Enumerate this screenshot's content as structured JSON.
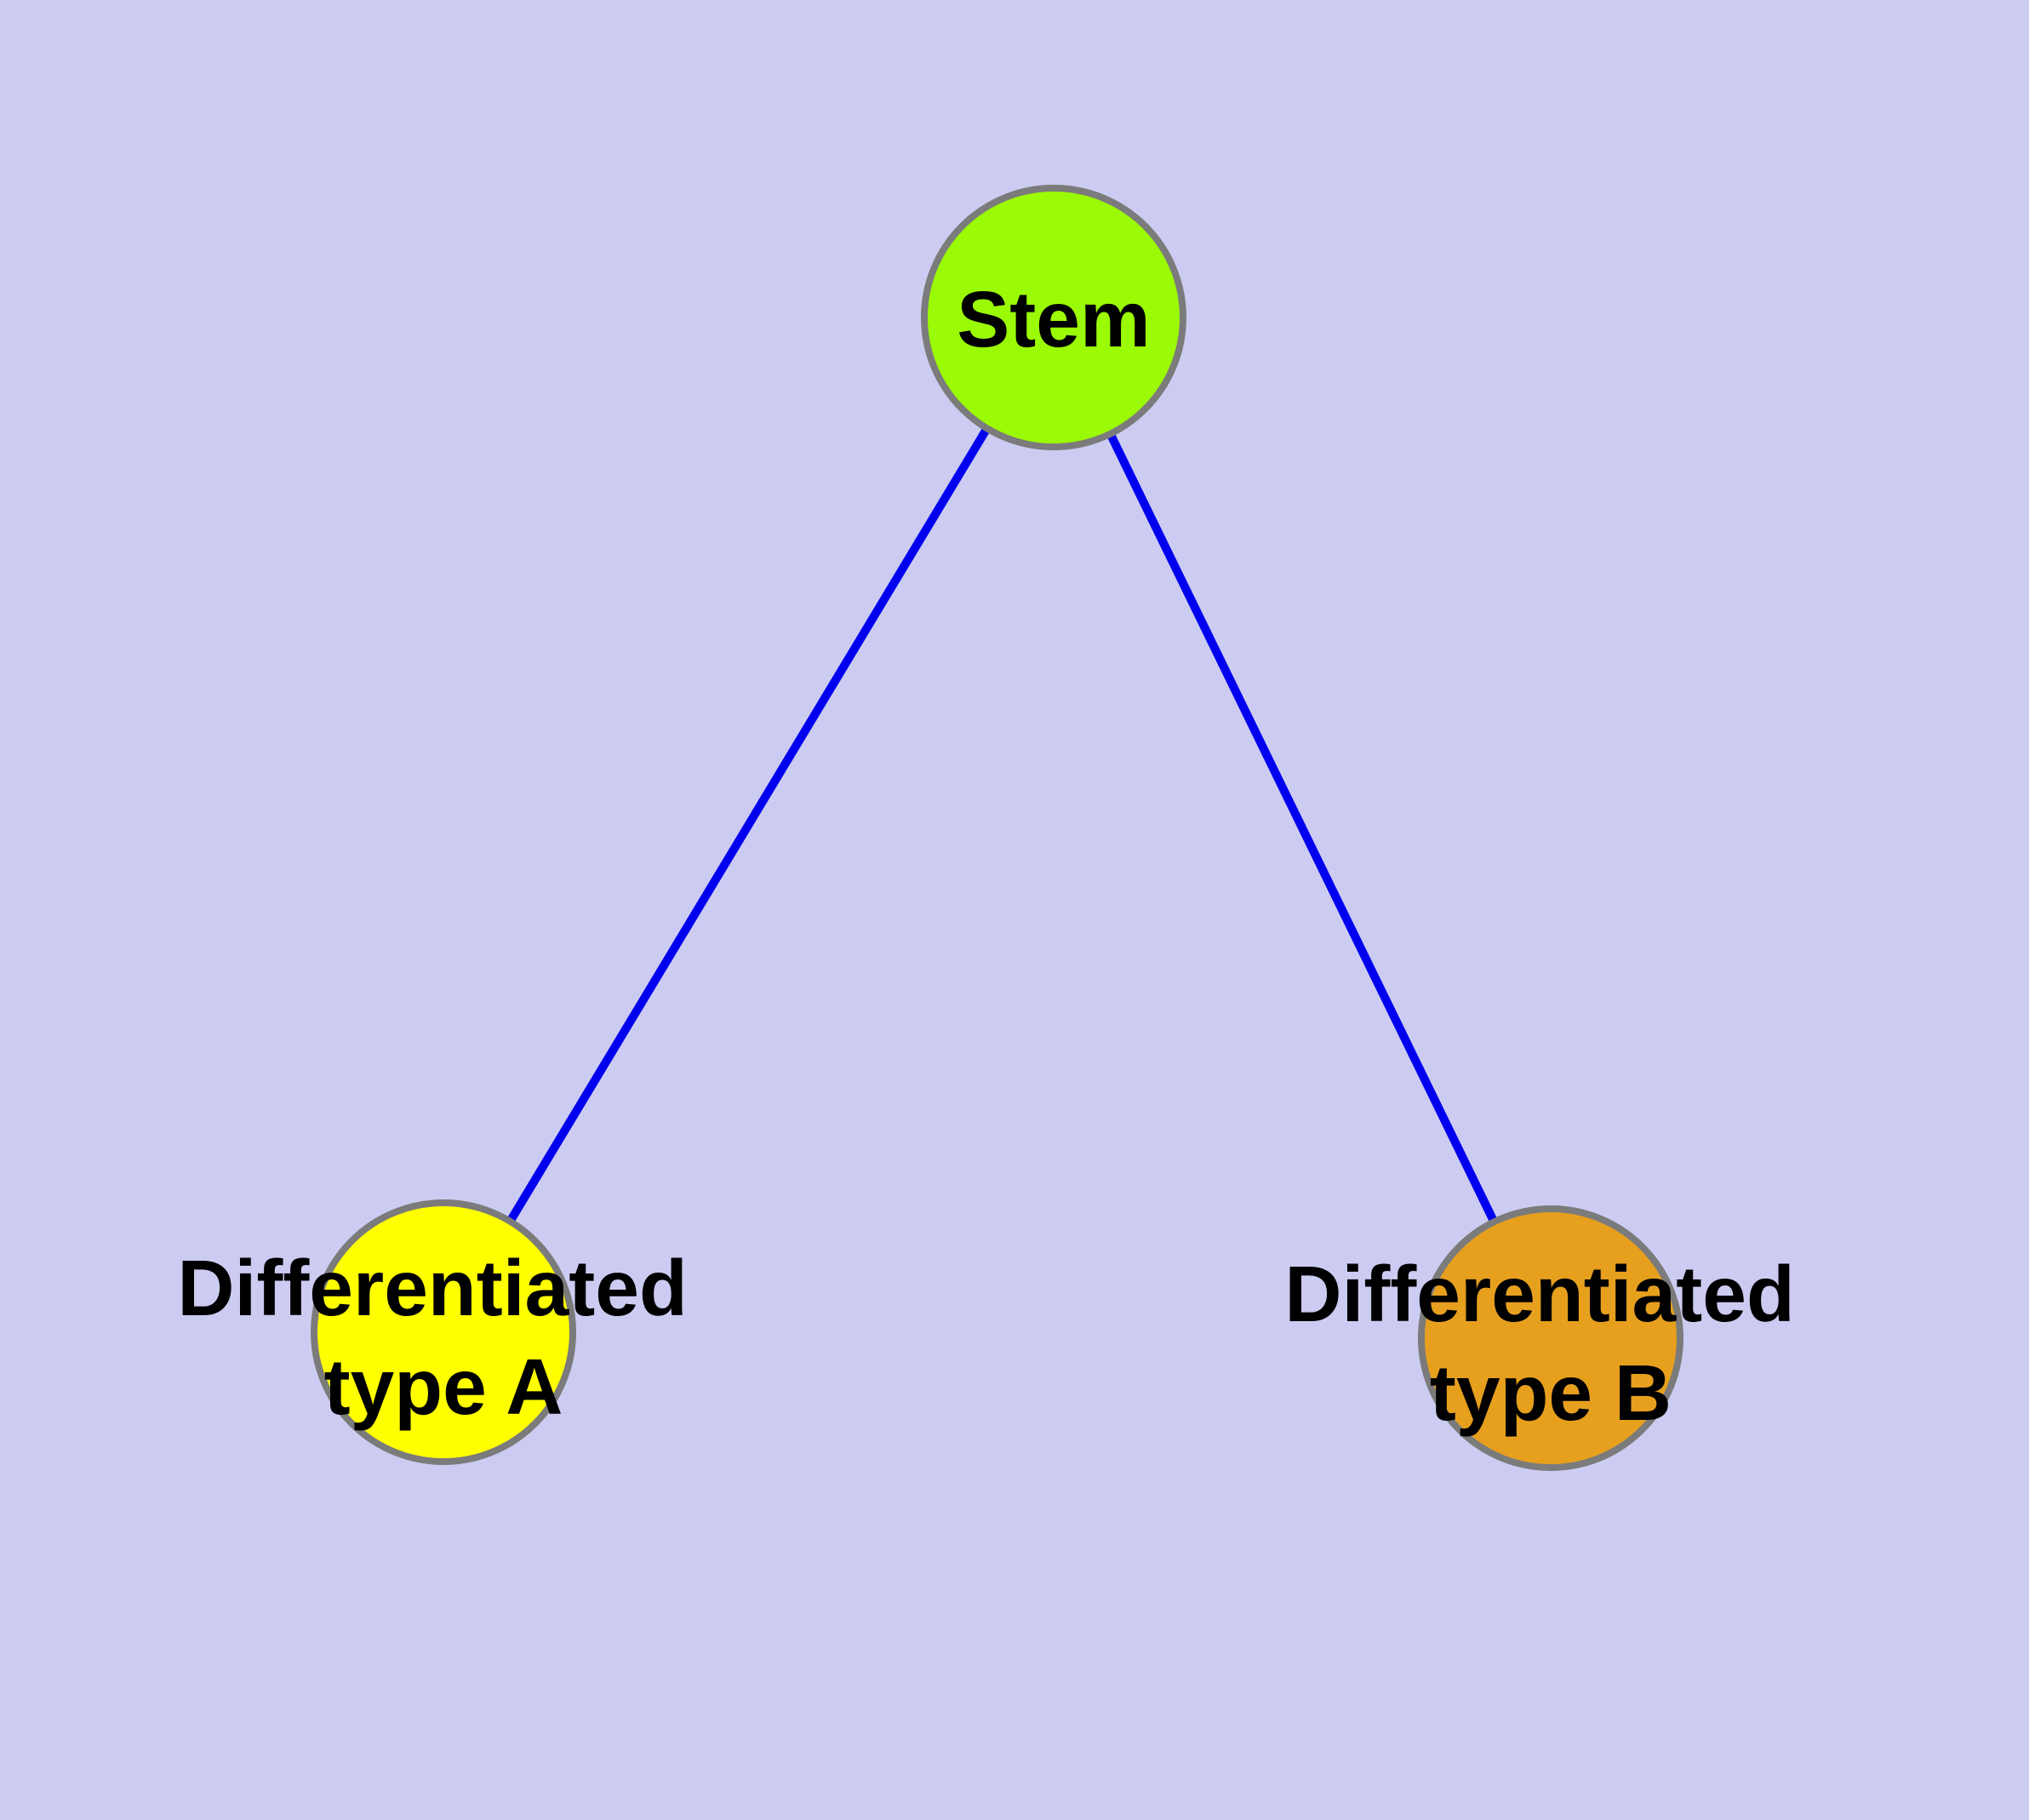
{
  "diagram": {
    "kind": "node-link-graph",
    "background_color": "#CCCCF2",
    "edge_color": "#0000EE",
    "node_border_color": "#7B7B7B",
    "label_color": "#000000",
    "nodes": {
      "stem": {
        "label": "Stem",
        "fill_color": "#9BFA05"
      },
      "type_a": {
        "label_line1": "Differentiated",
        "label_line2": "type A",
        "fill_color": "#FFFF00"
      },
      "type_b": {
        "label_line1": "Differentiated",
        "label_line2": "type B",
        "fill_color": "#E6A01E"
      }
    },
    "edges": [
      {
        "from": "stem",
        "to": "type_a"
      },
      {
        "from": "stem",
        "to": "type_b"
      }
    ]
  }
}
